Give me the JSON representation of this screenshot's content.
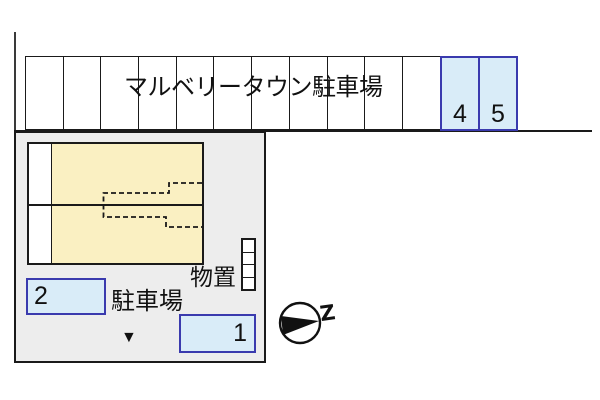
{
  "top_row": {
    "label": "マルベリータウン駐車場",
    "stall_count": 13,
    "highlighted_stalls": [
      {
        "number": "4"
      },
      {
        "number": "5"
      }
    ]
  },
  "site": {
    "storage_label": "物置",
    "parking_label": "駐車場",
    "spaces": [
      {
        "number": "2"
      },
      {
        "number": "1"
      }
    ],
    "entrance_marker": "▼"
  },
  "compass": {
    "letter": "Z"
  },
  "colors": {
    "highlight_fill": "#d9ecf8",
    "highlight_border": "#3a3aae",
    "building_fill": "#faf0c2",
    "site_fill": "#ededed",
    "line": "#1a1a1a"
  }
}
